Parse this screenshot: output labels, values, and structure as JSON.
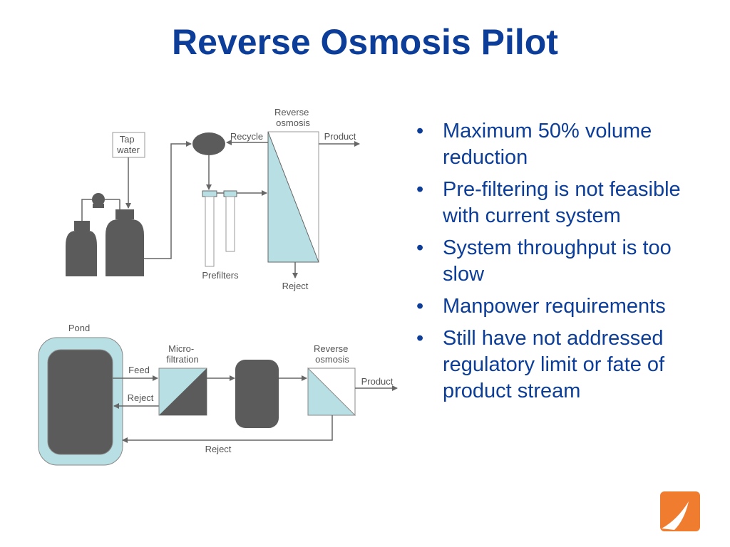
{
  "title": "Reverse Osmosis Pilot",
  "top_diagram": {
    "tap_water": "Tap\nwater",
    "reverse_osmosis": "Reverse\nosmosis",
    "recycle": "Recycle",
    "product": "Product",
    "prefilters": "Prefilters",
    "reject": "Reject"
  },
  "bottom_diagram": {
    "pond": "Pond",
    "feed": "Feed",
    "reject_return": "Reject",
    "microfiltration": "Micro-\nfiltration",
    "reverse_osmosis": "Reverse\nosmosis",
    "product": "Product",
    "reject_bottom": "Reject"
  },
  "bullets": [
    "Maximum 50% volume reduction",
    "Pre-filtering is not feasible with current system",
    "System throughput is too slow",
    "Manpower requirements",
    "Still have not addressed regulatory limit or fate of product stream"
  ],
  "bullet_symbol": "•",
  "colors": {
    "title": "#0b3d99",
    "bullet_text": "#0b3d99",
    "membrane_fill": "#b8dfe3",
    "tank_fill": "#5b5b5b",
    "line": "#666666",
    "logo": "#f07c30"
  }
}
